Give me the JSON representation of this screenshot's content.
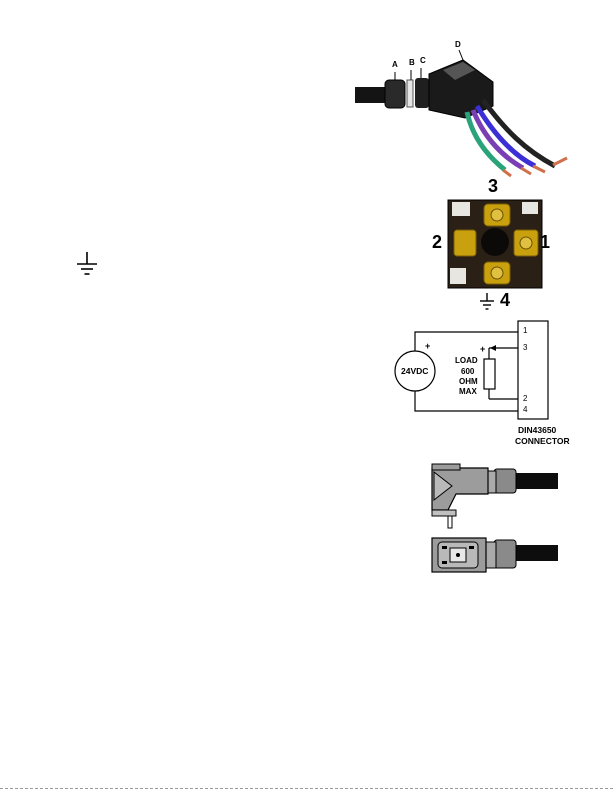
{
  "cable_figure": {
    "label_a": "A",
    "label_b": "B",
    "label_c": "C",
    "label_d": "D"
  },
  "terminal_block": {
    "pin_1": "1",
    "pin_2": "2",
    "pin_3": "3",
    "pin_4": "4"
  },
  "wiring_diagram": {
    "supply_label": "24VDC",
    "supply_polarity": "+",
    "load_polarity": "+",
    "load_line_1": "LOAD",
    "load_line_2": "600",
    "load_line_3": "OHM",
    "load_line_4": "MAX",
    "term_1": "1",
    "term_3": "3",
    "term_2": "2",
    "term_4": "4",
    "connector_line_1": "DIN43650",
    "connector_line_2": "CONNECTOR"
  },
  "icons": {
    "left_symbol": "ground-icon",
    "pin4_symbol": "ground-icon"
  },
  "colors": {
    "wire_blue": "#3b2fd6",
    "wire_violet": "#7a3fb3",
    "wire_green": "#2aa37a",
    "wire_copper": "#d0704a",
    "connector_grey": "#9c9c9c",
    "brass": "#c9a10f"
  }
}
